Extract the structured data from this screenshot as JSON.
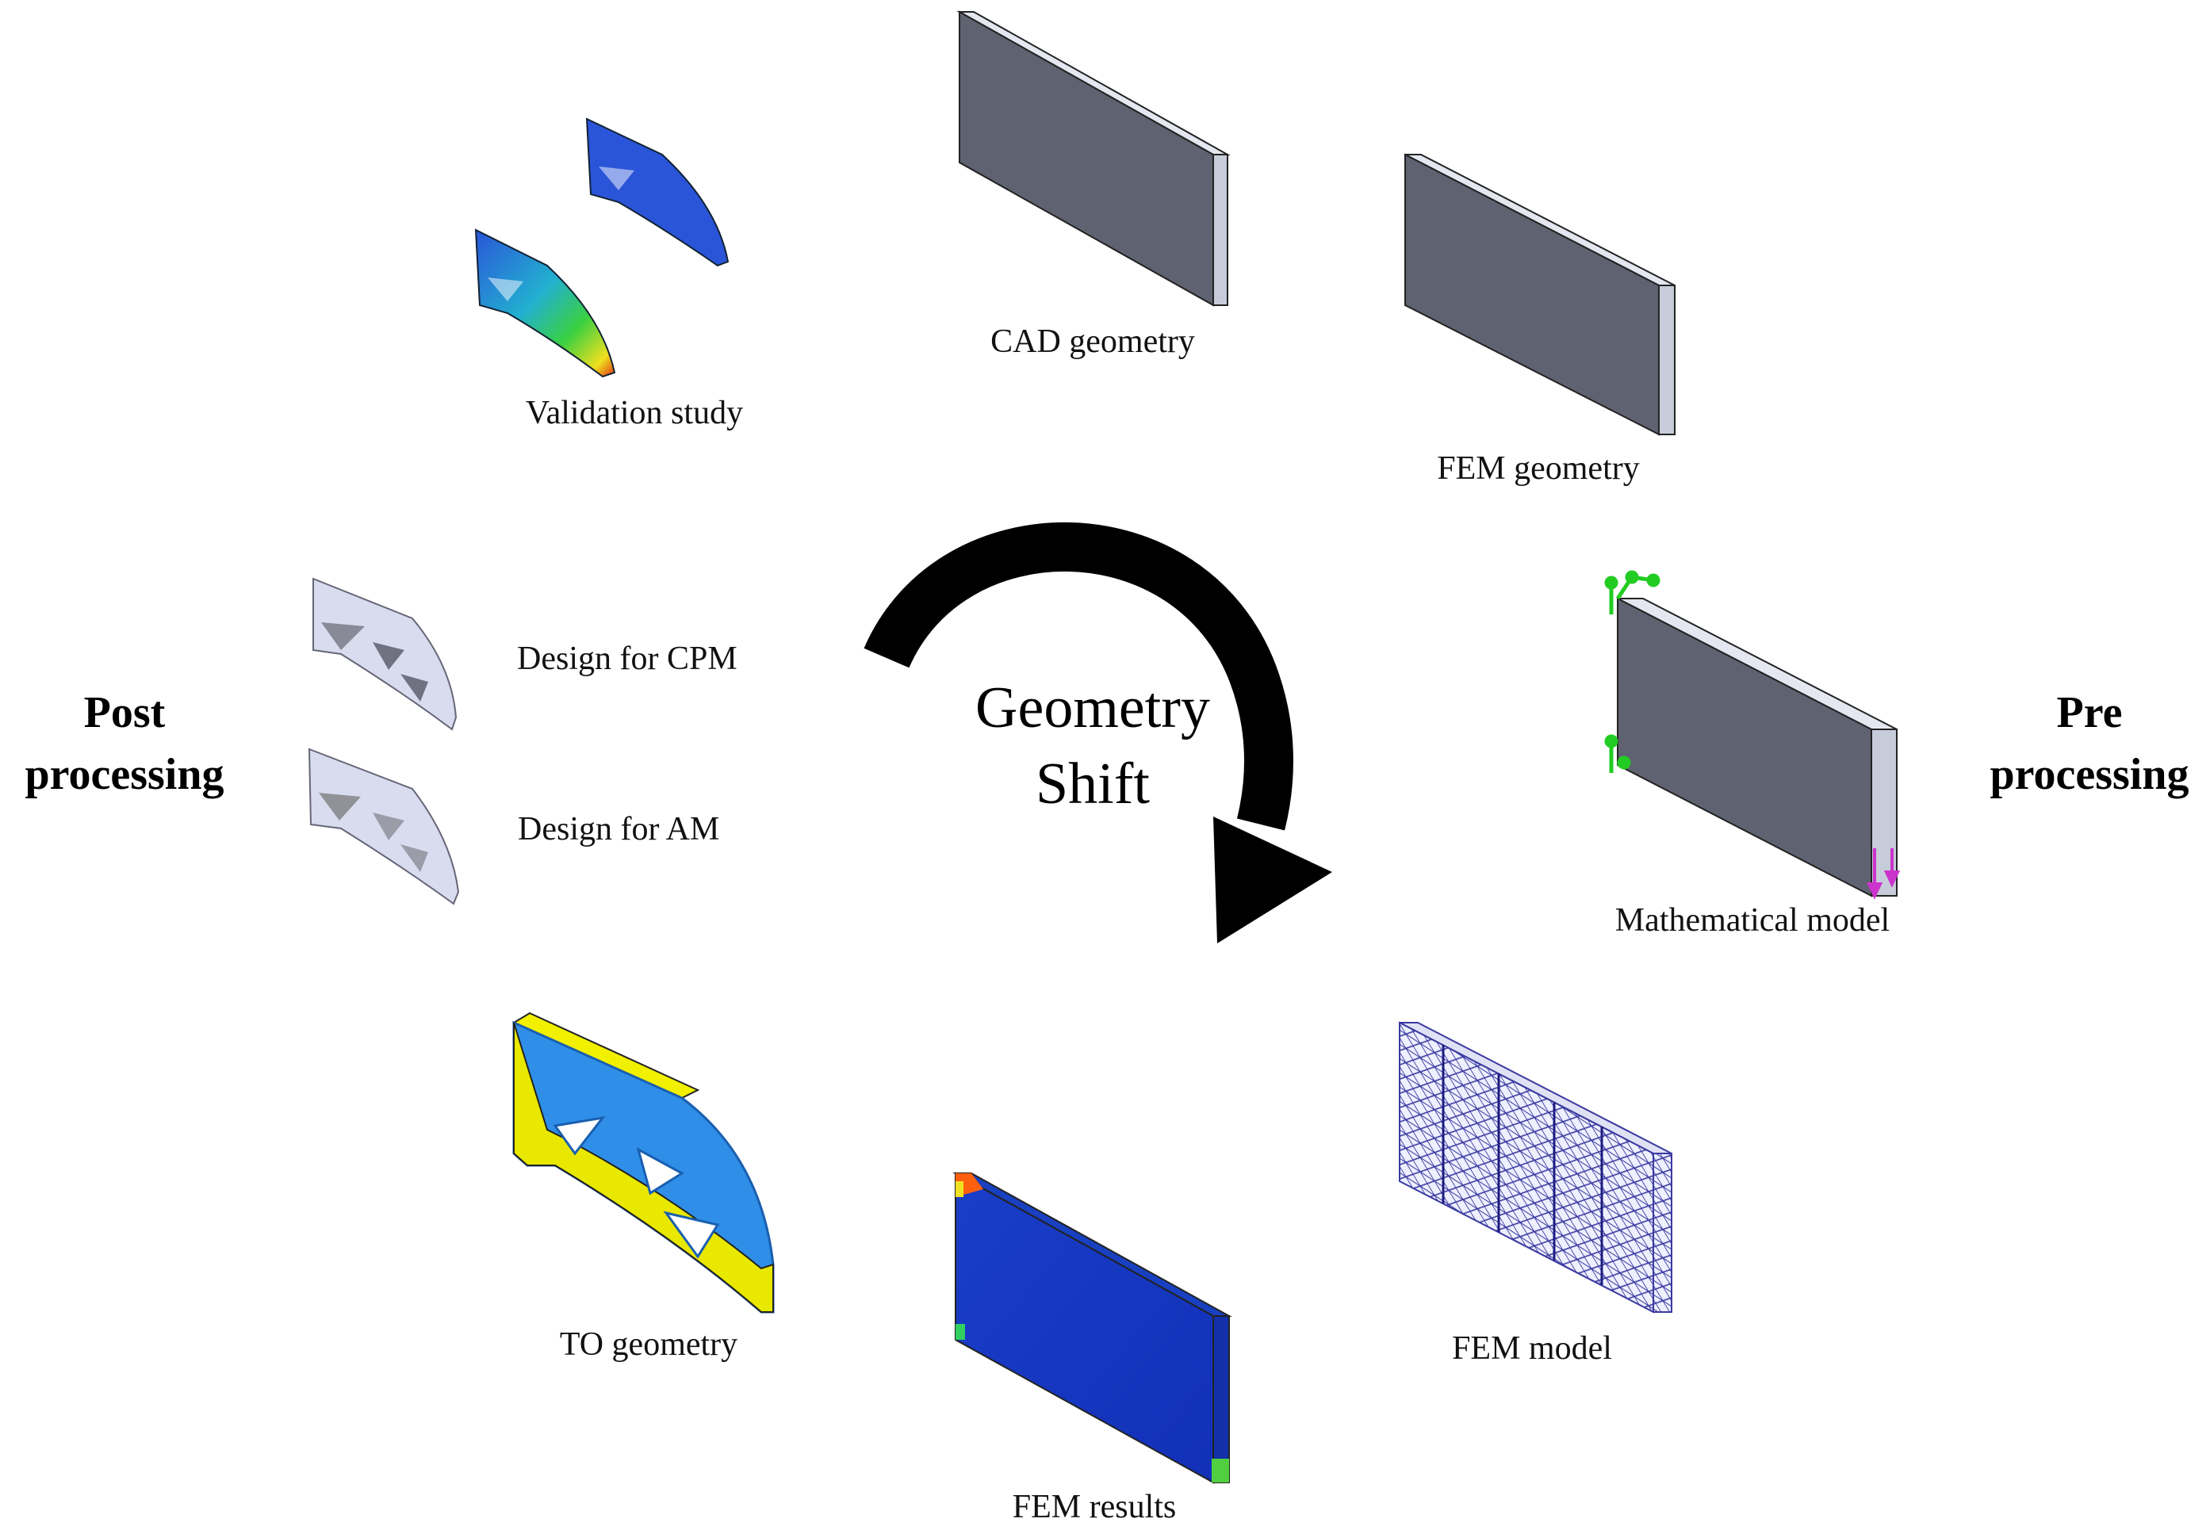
{
  "stages": {
    "cad_geometry": "CAD geometry",
    "fem_geometry": "FEM geometry",
    "mathematical_model": "Mathematical model",
    "fem_model": "FEM model",
    "fem_results": "FEM results",
    "to_geometry": "TO geometry",
    "design_for_am": "Design for AM",
    "design_for_cpm": "Design for CPM",
    "validation_study": "Validation study"
  },
  "center": {
    "line1": "Geometry",
    "line2": "Shift"
  },
  "sides": {
    "pre": {
      "line1": "Pre",
      "line2": "processing"
    },
    "post": {
      "line1": "Post",
      "line2": "processing"
    }
  },
  "colors": {
    "plate_face": "#5f6270",
    "plate_top": "#e3e6ef",
    "plate_side": "#c6cbd8",
    "arrow": "#000000",
    "fixture": "#22cc22",
    "load": "#cc33cc",
    "mesh_line": "#3a3aa0",
    "stress_low": "#1838c8",
    "stress_high": "#ff2000",
    "to_yellow": "#f0f000",
    "to_blue": "#2f8fe8",
    "design_part": "#d8dcee"
  }
}
